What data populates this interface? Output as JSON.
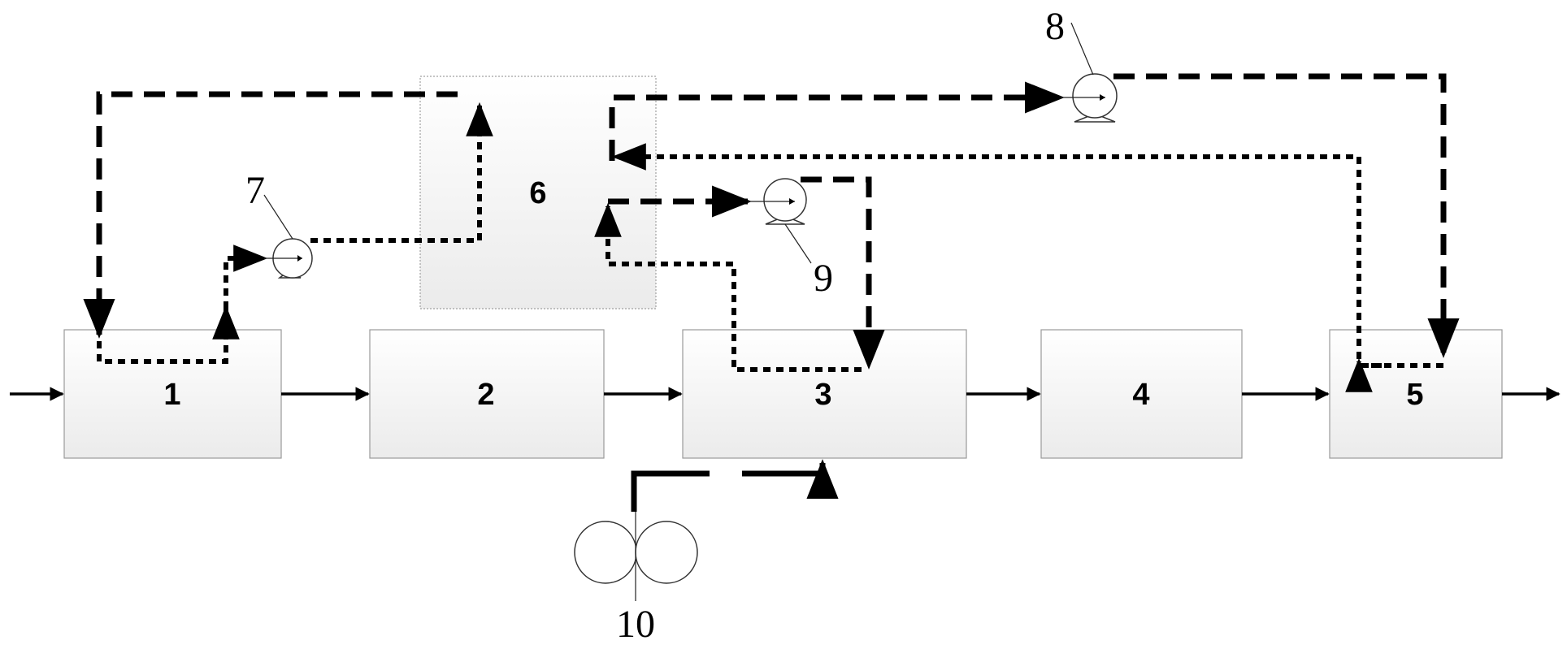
{
  "units": [
    {
      "id": "1",
      "label": "1"
    },
    {
      "id": "2",
      "label": "2"
    },
    {
      "id": "3",
      "label": "3"
    },
    {
      "id": "4",
      "label": "4"
    },
    {
      "id": "5",
      "label": "5"
    },
    {
      "id": "6",
      "label": "6"
    }
  ],
  "callouts": {
    "pump_7": "7",
    "pump_8": "8",
    "pump_9": "9",
    "blower_10": "10"
  },
  "colors": {
    "box_fill_top": "#ffffff",
    "box_fill_bottom": "#ebebeb",
    "line": "#000000"
  }
}
